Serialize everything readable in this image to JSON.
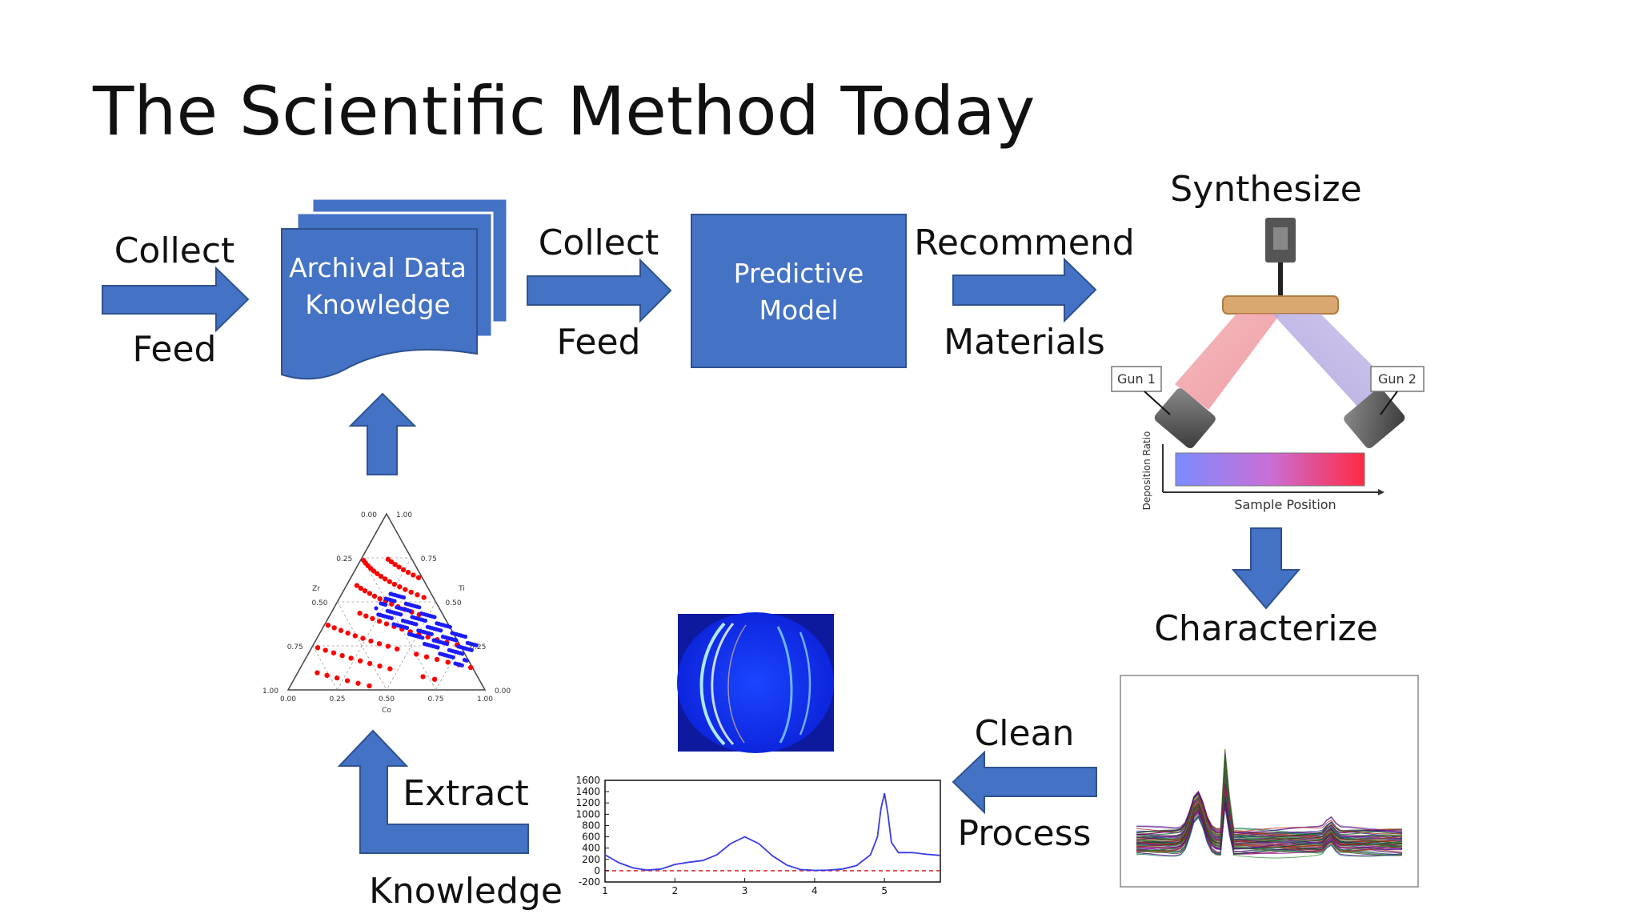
{
  "slide": {
    "title": "The Scientific Method Today"
  },
  "colors": {
    "box_blue": "#4472C4",
    "box_border": "#2F528F",
    "gray_text": "#333333",
    "red_dots": "#ff0000",
    "blue_dots": "#1c1cff",
    "xrd_bg": "#1f3cff"
  },
  "flow": {
    "collect_1": "Collect",
    "feed_1": "Feed",
    "archival_line1": "Archival Data",
    "archival_line2": "Knowledge",
    "collect_2": "Collect",
    "feed_2": "Feed",
    "predictive_line1": "Predictive",
    "predictive_line2": "Model",
    "recommend": "Recommend",
    "materials": "Materials",
    "synthesize": "Synthesize",
    "characterize": "Characterize",
    "clean": "Clean",
    "process": "Process",
    "extract": "Extract",
    "knowledge": "Knowledge"
  },
  "synthesis_figure": {
    "gun1": "Gun 1",
    "gun2": "Gun 2",
    "axis_y": "Deposition Ratio",
    "axis_x": "Sample Position"
  },
  "ternary": {
    "corner_bottom_label": "Co",
    "left_label": "Zr",
    "right_label": "Ti",
    "ticks_left": [
      "1.00",
      "0.75",
      "0.50",
      "0.25",
      "0.00"
    ],
    "ticks_right": [
      "1.00",
      "0.75",
      "0.50",
      "0.25",
      "0.00"
    ],
    "ticks_bottom": [
      "0.00",
      "0.25",
      "0.50",
      "0.75",
      "1.00"
    ]
  },
  "chart_data": {
    "type": "line",
    "xlim": [
      1,
      5.8
    ],
    "ylim": [
      -200,
      1600
    ],
    "x_ticks": [
      "1",
      "2",
      "3",
      "4",
      "5"
    ],
    "y_ticks": [
      "1600",
      "1400",
      "1200",
      "1000",
      "800",
      "600",
      "400",
      "200",
      "0",
      "-200"
    ],
    "x": [
      1.0,
      1.2,
      1.4,
      1.6,
      1.8,
      2.0,
      2.2,
      2.4,
      2.6,
      2.8,
      3.0,
      3.2,
      3.4,
      3.6,
      3.8,
      4.0,
      4.2,
      4.4,
      4.6,
      4.8,
      4.9,
      4.95,
      5.0,
      5.05,
      5.1,
      5.2,
      5.4,
      5.6,
      5.8
    ],
    "y": [
      280,
      140,
      50,
      10,
      30,
      110,
      150,
      180,
      280,
      480,
      600,
      480,
      260,
      100,
      20,
      5,
      10,
      30,
      90,
      280,
      600,
      1100,
      1370,
      1000,
      500,
      320,
      320,
      290,
      270
    ],
    "baseline": 0
  }
}
